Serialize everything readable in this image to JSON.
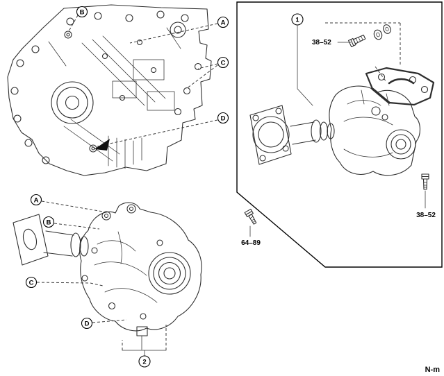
{
  "callouts": {
    "a": "A",
    "b": "B",
    "c": "C",
    "d": "D",
    "part1": "1",
    "part2": "2"
  },
  "torques": {
    "inset_hardware": "38–52",
    "inset_rear_bolt": "38–52",
    "mount_bolt": "64–89"
  },
  "unit_label": "N-m"
}
